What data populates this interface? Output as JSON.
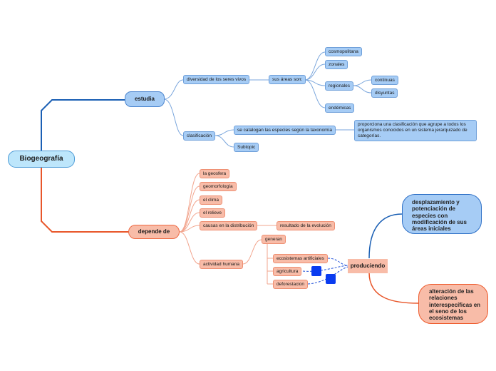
{
  "root": {
    "label": "Biogeografía"
  },
  "estudia": {
    "label": "estudia",
    "diversidad": {
      "label": "diversidad de los seres vivos",
      "areas": {
        "label": "sus áreas son:",
        "items": [
          "cosmopolitana",
          "zonales",
          "regionales",
          "endémicas"
        ],
        "regionales_children": [
          "continuas",
          "disyuntas"
        ]
      }
    },
    "clasificacion": {
      "label": "clasificación",
      "taxonomia": "se catalogan las especies según la taxonomía",
      "note": "proporciona una clasificación que agrupe a todos los organismos conocidos en un sistema jerarquizado de categorías.",
      "subtopic": "Subtopic"
    }
  },
  "depende": {
    "label": "depende de",
    "items": [
      "la geosfera",
      "geomorfología",
      "el clima",
      "el relieve"
    ],
    "causas": {
      "label": "causas en la distribución",
      "resultado": "resultado de la evolución"
    },
    "actividad": {
      "label": "actividad humana",
      "generan": "generan",
      "children": [
        "ecosistemas artificiales",
        "agricultura",
        "deforestacion"
      ]
    }
  },
  "produciendo": {
    "label": "produciendo",
    "desplazamiento": "desplazamiento y potenciación de especies con modificación de sus áreas iniciales",
    "alteracion": "alteración de las relaciones interespecíficas en el seno de los ecosistemas"
  },
  "colors": {
    "blue_line": "#1a5fb4",
    "salmon_line": "#e8562a",
    "blue_node": "#a6ccf5",
    "salmon_node": "#f8bca8",
    "root_node": "#bde6fb",
    "flag": "#0a3cf0"
  }
}
